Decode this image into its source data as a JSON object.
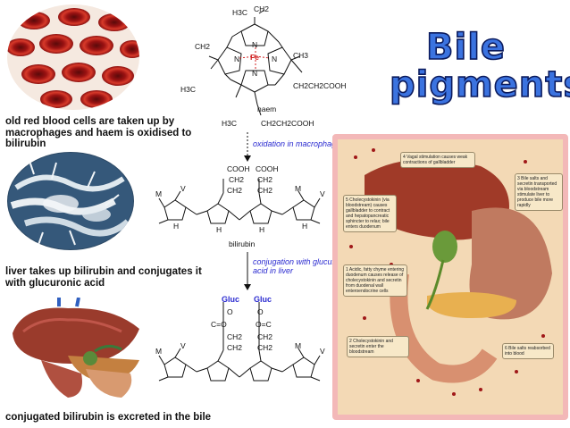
{
  "title": {
    "line1": "Bile",
    "line2": "pigments"
  },
  "captions": {
    "step1": "old red blood cells are taken up by macrophages and haem is oxidised to bilirubin",
    "step2": "liver takes up bilirubin and conjugates it with glucuronic acid",
    "step3": "conjugated bilirubin is excreted in the bile"
  },
  "haem": {
    "metal": "Fe",
    "label": "haem",
    "substituents": [
      "CH2",
      "CH2",
      "CH3",
      "H3C",
      "H3C",
      "CH2CH2COOH",
      "CH2CH2COOH",
      "H3C"
    ],
    "nitrogens": [
      "N",
      "N",
      "N",
      "N"
    ]
  },
  "arrows": {
    "oxidation": "oxidation in macrophages",
    "conjugation": "conjugation with glucuronic acid in liver"
  },
  "bilirubin": {
    "label": "bilirubin",
    "acids": [
      "COOH",
      "COOH"
    ],
    "chains": [
      "CH2",
      "CH2",
      "CH2",
      "CH2"
    ],
    "ring_labels": [
      "M",
      "V",
      "M",
      "V"
    ],
    "nh": [
      "H",
      "H",
      "H",
      "H"
    ]
  },
  "conjugated": {
    "gluc": [
      "Gluc",
      "Gluc"
    ],
    "ester": [
      "O",
      "O",
      "C=O",
      "O=C",
      "CH2",
      "CH2",
      "CH2",
      "CH2"
    ],
    "ring_labels": [
      "M",
      "V",
      "M",
      "V"
    ]
  },
  "panel_callouts": [
    "4 Vagal stimulation causes weak contractions of gallbladder",
    "3 Bile salts and secretin transported via bloodstream stimulate liver to produce bile more rapidly",
    "5 Cholecystokinin (via bloodstream) causes gallbladder to contract and hepatopancreatic sphincter to relax; bile enters duodenum",
    "1 Acidic, fatty chyme entering duodenum causes release of cholecystokinin and secretin from duodenal wall enteroendocrine cells",
    "2 Cholecystokinin and secretin enter the bloodstream",
    "6 Bile salts reabsorbed into blood"
  ],
  "colors": {
    "title_fill": "#3b73e0",
    "title_stroke": "#0b1a5c",
    "blue_text": "#2a2ad0",
    "fe": "#d02020",
    "panel_border": "#f3b8b8"
  }
}
